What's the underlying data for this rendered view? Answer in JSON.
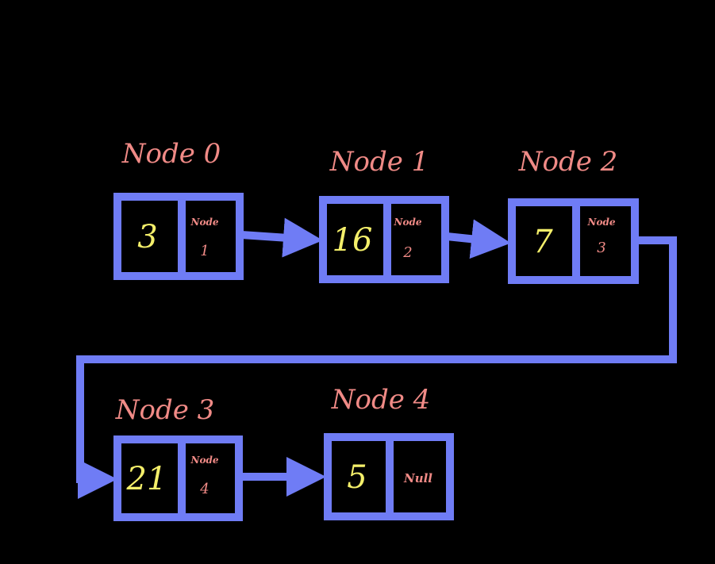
{
  "colors": {
    "background": "#000000",
    "node_border": "#6f7cf5",
    "title_text": "#f08a86",
    "value_text": "#f4ef6a",
    "pointer_text": "#f08a86",
    "arrow": "#6f7cf5"
  },
  "nodes": [
    {
      "title": "Node 0",
      "value": "3",
      "next_top": "Node",
      "next_bottom": "1"
    },
    {
      "title": "Node 1",
      "value": "16",
      "next_top": "Node",
      "next_bottom": "2"
    },
    {
      "title": "Node 2",
      "value": "7",
      "next_top": "Node",
      "next_bottom": "3"
    },
    {
      "title": "Node 3",
      "value": "21",
      "next_top": "Node",
      "next_bottom": "4"
    },
    {
      "title": "Node 4",
      "value": "5",
      "next_null": "Null"
    }
  ]
}
